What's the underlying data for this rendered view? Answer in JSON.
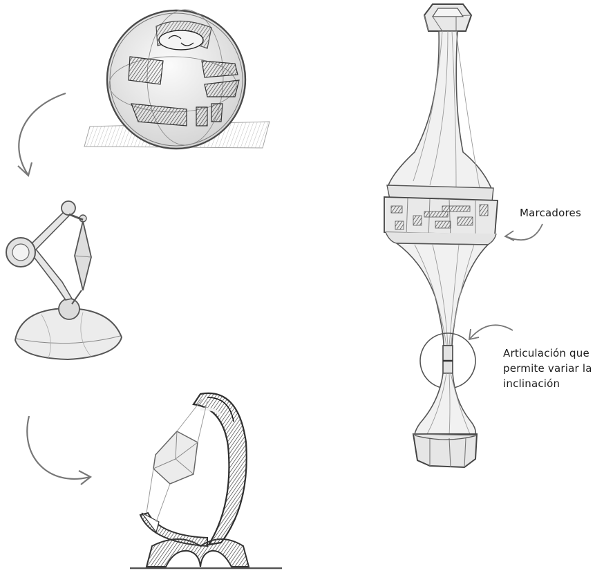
{
  "annotations": {
    "markers": "Marcadores",
    "joint_line1": "Articulación que",
    "joint_line2": "permite variar la",
    "joint_line3": "inclinación"
  }
}
